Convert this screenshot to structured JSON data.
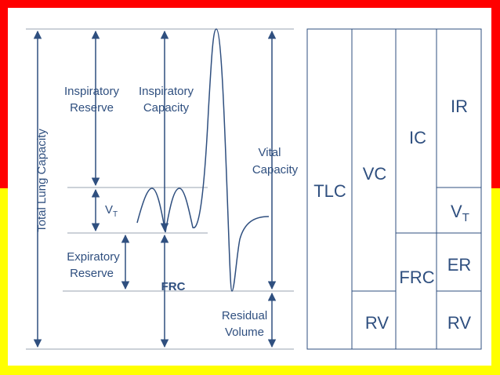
{
  "colors": {
    "band_top": "#ff0000",
    "band_bottom": "#ffff00",
    "panel": "#ffffff",
    "ink": "#2f4f7f",
    "guide": "#9aa3b0"
  },
  "spirogram": {
    "left": {
      "total_lung_capacity": "Total Lung Capacity",
      "inspiratory_reserve_1": "Inspiratory",
      "inspiratory_reserve_2": "Reserve",
      "inspiratory_capacity_1": "Inspiratory",
      "inspiratory_capacity_2": "Capacity",
      "tidal_v": "V",
      "tidal_sub": "T",
      "expiratory_reserve_1": "Expiratory",
      "expiratory_reserve_2": "Reserve",
      "frc": "FRC",
      "vital_capacity_1": "Vital",
      "vital_capacity_2": "Capacity",
      "residual_volume_1": "Residual",
      "residual_volume_2": "Volume"
    },
    "table": {
      "tlc": "TLC",
      "vc": "VC",
      "ic": "IC",
      "ir": "IR",
      "vt_v": "V",
      "vt_sub": "T",
      "frc": "FRC",
      "er": "ER",
      "rv_vc": "RV",
      "rv_col": "RV"
    }
  }
}
